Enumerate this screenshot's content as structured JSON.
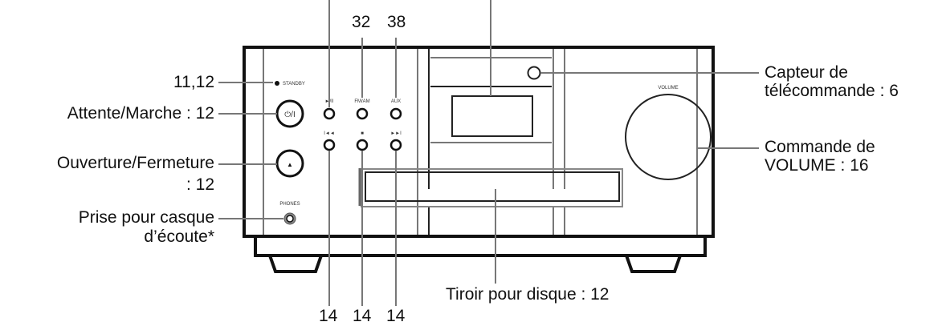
{
  "diagram": {
    "title": "Front panel of CD micro system",
    "top_labels": {
      "play_pause": "",
      "fm_am": "32",
      "aux": "38",
      "display": ""
    },
    "left_labels": {
      "standby": "11,12",
      "power": "Attente/Marche : 12",
      "open_close_line1": "Ouverture/Fermeture",
      "open_close_line2": ": 12",
      "phones_line1": "Prise pour casque",
      "phones_line2": "d’écoute*"
    },
    "right_labels": {
      "remote_sensor_line1": "Capteur de",
      "remote_sensor_line2": "télécommande : 6",
      "volume_line1": "Commande de",
      "volume_line2": "VOLUME : 16"
    },
    "bottom_labels": {
      "prev": "14",
      "stop": "14",
      "next": "14",
      "disc_tray": "Tiroir pour disque : 12"
    },
    "panel_markings": {
      "standby": "STANDBY",
      "power_button": "⏻/I",
      "eject_button": "▲",
      "phones": "PHONES",
      "play_pause": "►/II",
      "fm_am": "FM/AM",
      "aux": "AUX",
      "prev": "I◄◄",
      "stop": "■",
      "next": "►►I",
      "volume": "VOLUME"
    }
  }
}
